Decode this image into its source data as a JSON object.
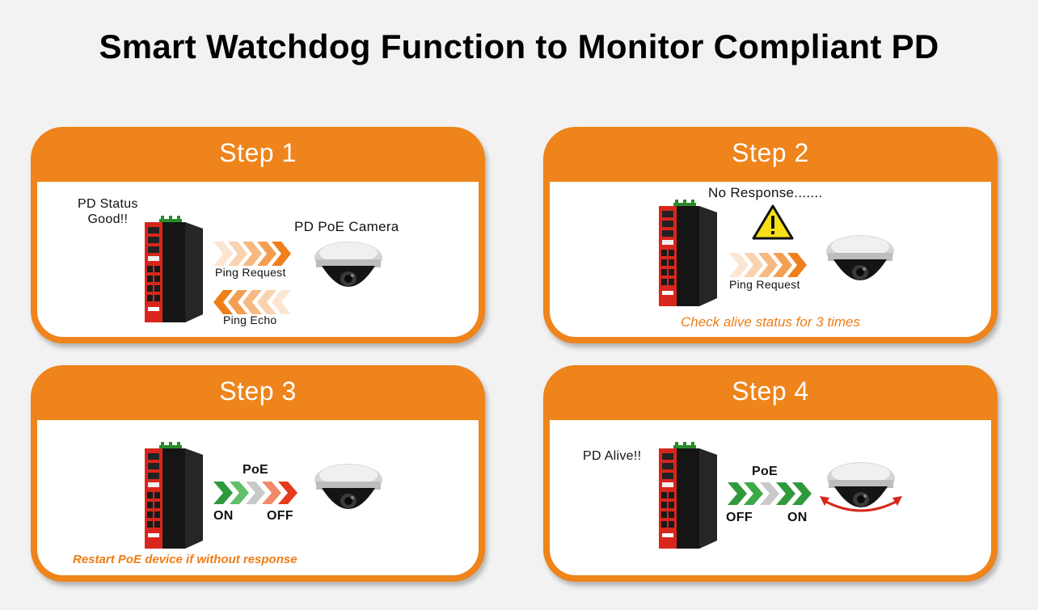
{
  "title": "Smart Watchdog Function to Monitor Compliant PD",
  "colors": {
    "accent": "#ee841b",
    "note_text": "#ee7d16",
    "switch_red": "#d8261c",
    "poe_on": "#2e9a3c",
    "poe_off": "#e53a1c"
  },
  "steps": [
    {
      "title": "Step 1",
      "status_line1": "PD Status",
      "status_line2": "Good!!",
      "device_label": "PD PoE Camera",
      "request_label": "Ping Request",
      "echo_label": "Ping Echo"
    },
    {
      "title": "Step 2",
      "no_response": "No Response.......",
      "request_label": "Ping Request",
      "note": "Check alive status for 3 times"
    },
    {
      "title": "Step 3",
      "poe_label": "PoE",
      "on_label": "ON",
      "off_label": "OFF",
      "note": "Restart PoE device if without response"
    },
    {
      "title": "Step 4",
      "alive_label": "PD Alive!!",
      "poe_label": "PoE",
      "off_label": "OFF",
      "on_label": "ON"
    }
  ]
}
